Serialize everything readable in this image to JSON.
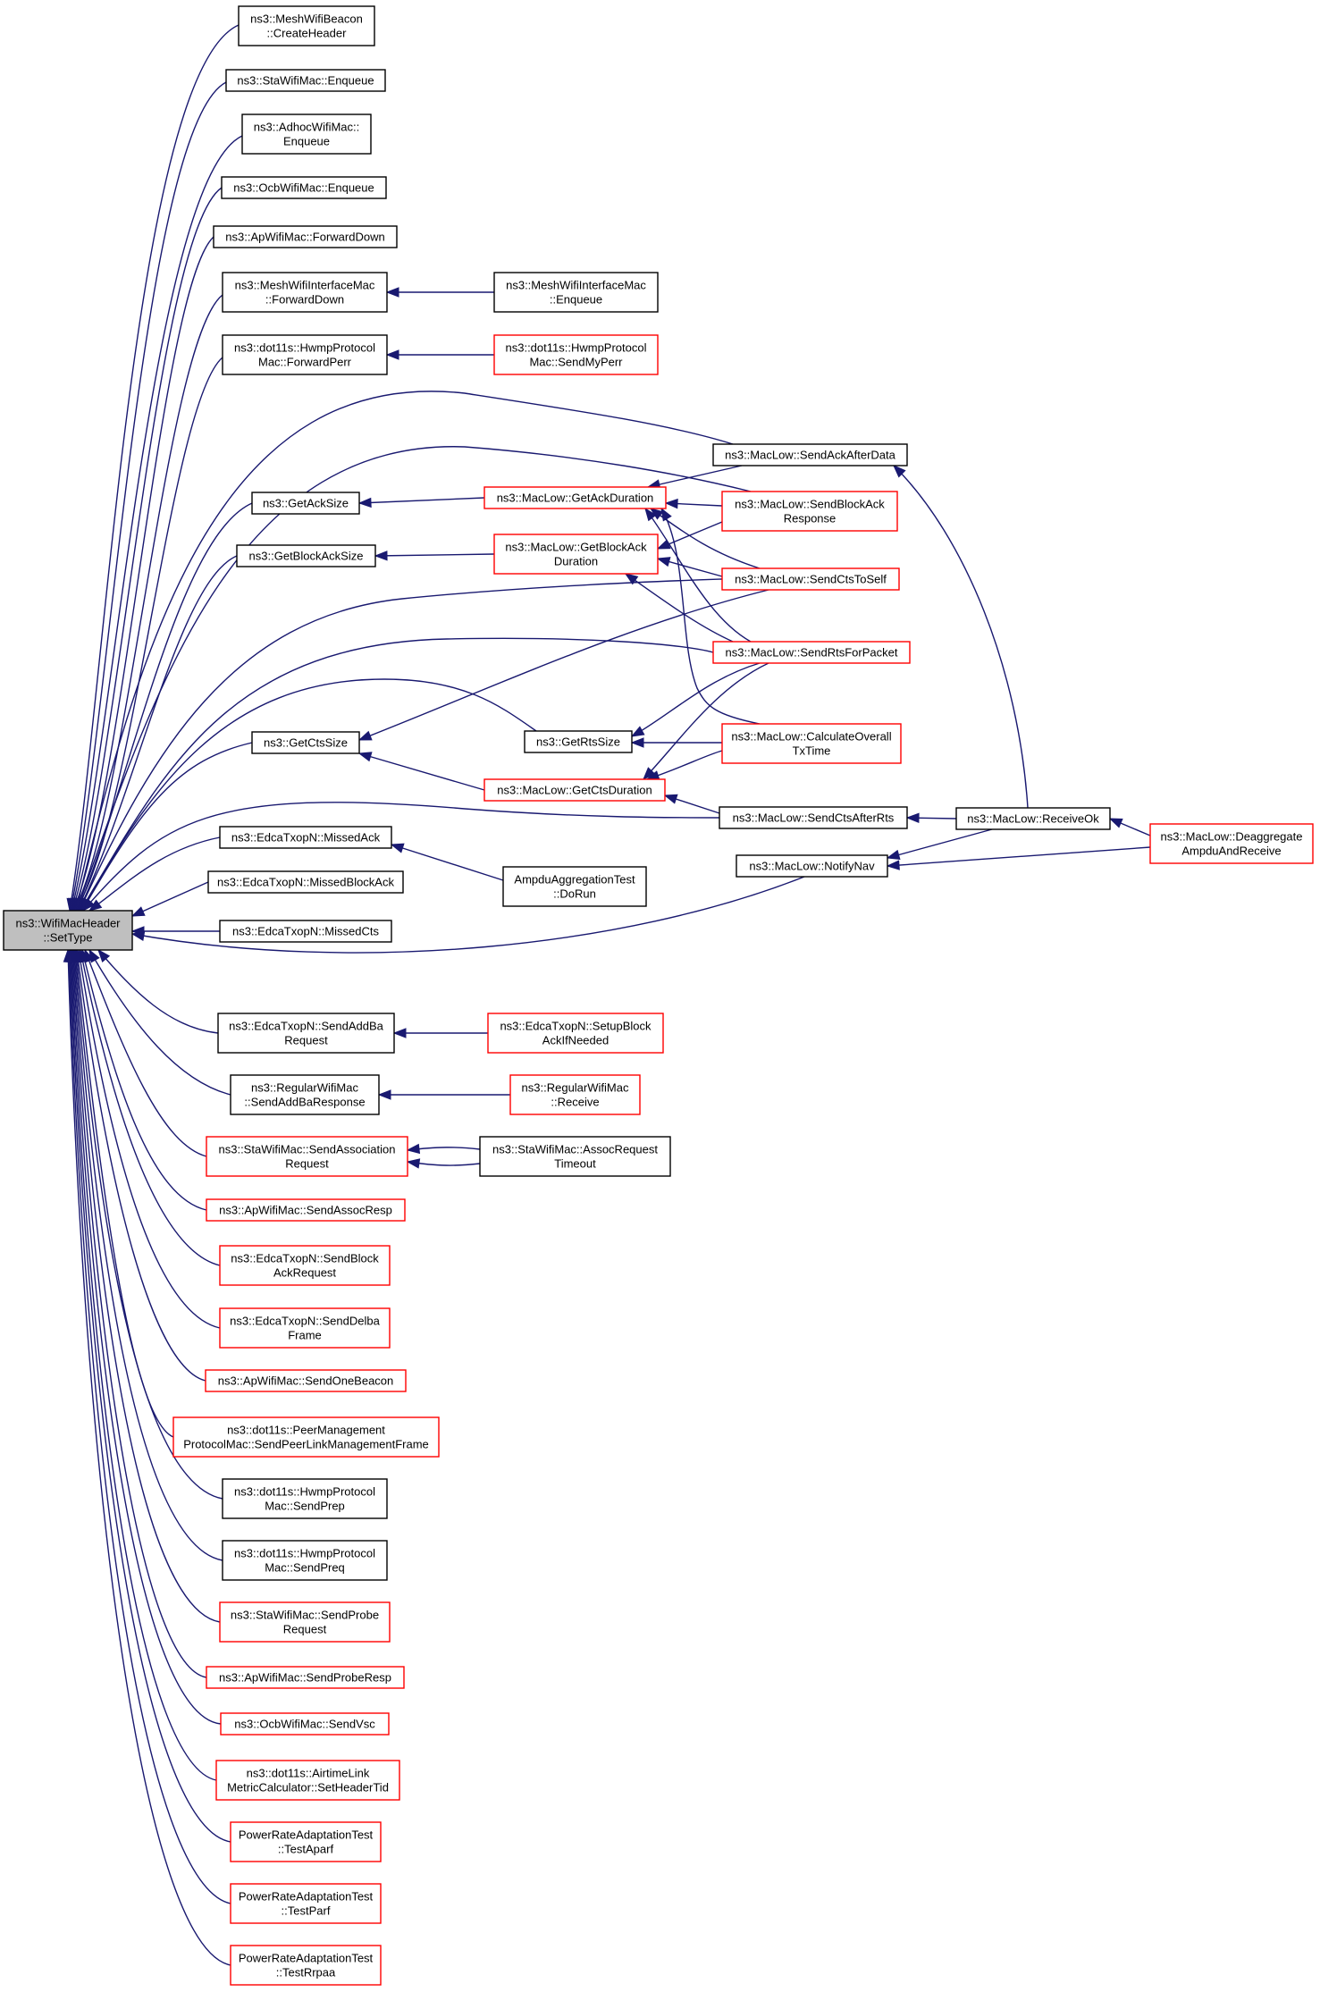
{
  "colors": {
    "edge": "#191970",
    "normal_border": "#000000",
    "truncated_border": "#ff0000",
    "focus_fill": "#bfbfbf",
    "node_fill": "#ffffff"
  },
  "nodes": [
    {
      "id": "root",
      "lines": [
        "ns3::WifiMacHeader",
        "::SetType"
      ],
      "style": "focus"
    },
    {
      "id": "meshbeacon",
      "lines": [
        "ns3::MeshWifiBeacon",
        "::CreateHeader"
      ],
      "style": "normal"
    },
    {
      "id": "sta_enq",
      "lines": [
        "ns3::StaWifiMac::Enqueue"
      ],
      "style": "normal"
    },
    {
      "id": "adhoc_enq",
      "lines": [
        "ns3::AdhocWifiMac::",
        "Enqueue"
      ],
      "style": "normal"
    },
    {
      "id": "ocb_enq",
      "lines": [
        "ns3::OcbWifiMac::Enqueue"
      ],
      "style": "normal"
    },
    {
      "id": "ap_fwd",
      "lines": [
        "ns3::ApWifiMac::ForwardDown"
      ],
      "style": "normal"
    },
    {
      "id": "mesh_fwd",
      "lines": [
        "ns3::MeshWifiInterfaceMac",
        "::ForwardDown"
      ],
      "style": "normal"
    },
    {
      "id": "mesh_enq",
      "lines": [
        "ns3::MeshWifiInterfaceMac",
        "::Enqueue"
      ],
      "style": "normal"
    },
    {
      "id": "hwmp_fwdperr",
      "lines": [
        "ns3::dot11s::HwmpProtocol",
        "Mac::ForwardPerr"
      ],
      "style": "normal"
    },
    {
      "id": "hwmp_sendmyperr",
      "lines": [
        "ns3::dot11s::HwmpProtocol",
        "Mac::SendMyPerr"
      ],
      "style": "truncated"
    },
    {
      "id": "sendack",
      "lines": [
        "ns3::MacLow::SendAckAfterData"
      ],
      "style": "normal"
    },
    {
      "id": "getacksize",
      "lines": [
        "ns3::GetAckSize"
      ],
      "style": "normal"
    },
    {
      "id": "getackdur",
      "lines": [
        "ns3::MacLow::GetAckDuration"
      ],
      "style": "truncated"
    },
    {
      "id": "sendblockack",
      "lines": [
        "ns3::MacLow::SendBlockAck",
        "Response"
      ],
      "style": "truncated"
    },
    {
      "id": "getbasize",
      "lines": [
        "ns3::GetBlockAckSize"
      ],
      "style": "normal"
    },
    {
      "id": "getbadur",
      "lines": [
        "ns3::MacLow::GetBlockAck",
        "Duration"
      ],
      "style": "truncated"
    },
    {
      "id": "sendctstoself",
      "lines": [
        "ns3::MacLow::SendCtsToSelf"
      ],
      "style": "truncated"
    },
    {
      "id": "sendrts",
      "lines": [
        "ns3::MacLow::SendRtsForPacket"
      ],
      "style": "truncated"
    },
    {
      "id": "getctssize",
      "lines": [
        "ns3::GetCtsSize"
      ],
      "style": "normal"
    },
    {
      "id": "getrtssize",
      "lines": [
        "ns3::GetRtsSize"
      ],
      "style": "normal"
    },
    {
      "id": "calcoverall",
      "lines": [
        "ns3::MacLow::CalculateOverall",
        "TxTime"
      ],
      "style": "truncated"
    },
    {
      "id": "getctsdur",
      "lines": [
        "ns3::MacLow::GetCtsDuration"
      ],
      "style": "truncated"
    },
    {
      "id": "sendctsafterrts",
      "lines": [
        "ns3::MacLow::SendCtsAfterRts"
      ],
      "style": "normal"
    },
    {
      "id": "receiveok",
      "lines": [
        "ns3::MacLow::ReceiveOk"
      ],
      "style": "normal"
    },
    {
      "id": "deagg",
      "lines": [
        "ns3::MacLow::Deaggregate",
        "AmpduAndReceive"
      ],
      "style": "truncated"
    },
    {
      "id": "notifynav",
      "lines": [
        "ns3::MacLow::NotifyNav"
      ],
      "style": "normal"
    },
    {
      "id": "missedack",
      "lines": [
        "ns3::EdcaTxopN::MissedAck"
      ],
      "style": "normal"
    },
    {
      "id": "ampdutest",
      "lines": [
        "AmpduAggregationTest",
        "::DoRun"
      ],
      "style": "normal"
    },
    {
      "id": "missedblockack",
      "lines": [
        "ns3::EdcaTxopN::MissedBlockAck"
      ],
      "style": "normal"
    },
    {
      "id": "missedcts",
      "lines": [
        "ns3::EdcaTxopN::MissedCts"
      ],
      "style": "normal"
    },
    {
      "id": "sendaddba",
      "lines": [
        "ns3::EdcaTxopN::SendAddBa",
        "Request"
      ],
      "style": "normal"
    },
    {
      "id": "setupblock",
      "lines": [
        "ns3::EdcaTxopN::SetupBlock",
        "AckIfNeeded"
      ],
      "style": "truncated"
    },
    {
      "id": "regular_sendaddba",
      "lines": [
        "ns3::RegularWifiMac",
        "::SendAddBaResponse"
      ],
      "style": "normal"
    },
    {
      "id": "regular_receive",
      "lines": [
        "ns3::RegularWifiMac",
        "::Receive"
      ],
      "style": "truncated"
    },
    {
      "id": "sta_sendassoc",
      "lines": [
        "ns3::StaWifiMac::SendAssociation",
        "Request"
      ],
      "style": "truncated"
    },
    {
      "id": "sta_assoctimeout",
      "lines": [
        "ns3::StaWifiMac::AssocRequest",
        "Timeout"
      ],
      "style": "normal"
    },
    {
      "id": "ap_sendassocresp",
      "lines": [
        "ns3::ApWifiMac::SendAssocResp"
      ],
      "style": "truncated"
    },
    {
      "id": "edca_sendblockackreq",
      "lines": [
        "ns3::EdcaTxopN::SendBlock",
        "AckRequest"
      ],
      "style": "truncated"
    },
    {
      "id": "edca_senddelba",
      "lines": [
        "ns3::EdcaTxopN::SendDelba",
        "Frame"
      ],
      "style": "truncated"
    },
    {
      "id": "ap_sendonebeacon",
      "lines": [
        "ns3::ApWifiMac::SendOneBeacon"
      ],
      "style": "truncated"
    },
    {
      "id": "peermgmt",
      "lines": [
        "ns3::dot11s::PeerManagement",
        "ProtocolMac::SendPeerLinkManagementFrame"
      ],
      "style": "truncated"
    },
    {
      "id": "hwmp_sendprep",
      "lines": [
        "ns3::dot11s::HwmpProtocol",
        "Mac::SendPrep"
      ],
      "style": "normal"
    },
    {
      "id": "hwmp_sendpreq",
      "lines": [
        "ns3::dot11s::HwmpProtocol",
        "Mac::SendPreq"
      ],
      "style": "normal"
    },
    {
      "id": "sta_sendprobe",
      "lines": [
        "ns3::StaWifiMac::SendProbe",
        "Request"
      ],
      "style": "truncated"
    },
    {
      "id": "ap_sendproberesp",
      "lines": [
        "ns3::ApWifiMac::SendProbeResp"
      ],
      "style": "truncated"
    },
    {
      "id": "ocb_sendvsc",
      "lines": [
        "ns3::OcbWifiMac::SendVsc"
      ],
      "style": "truncated"
    },
    {
      "id": "airtime",
      "lines": [
        "ns3::dot11s::AirtimeLink",
        "MetricCalculator::SetHeaderTid"
      ],
      "style": "truncated"
    },
    {
      "id": "pra_aparf",
      "lines": [
        "PowerRateAdaptationTest",
        "::TestAparf"
      ],
      "style": "truncated"
    },
    {
      "id": "pra_parf",
      "lines": [
        "PowerRateAdaptationTest",
        "::TestParf"
      ],
      "style": "truncated"
    },
    {
      "id": "pra_rrpaa",
      "lines": [
        "PowerRateAdaptationTest",
        "::TestRrpaa"
      ],
      "style": "truncated"
    }
  ]
}
